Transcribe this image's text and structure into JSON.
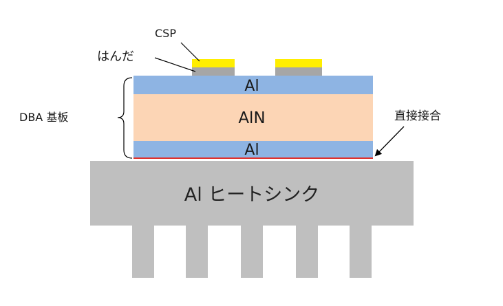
{
  "diagram": {
    "labels": {
      "csp": "CSP",
      "solder": "はんだ",
      "dba_substrate": "DBA 基板",
      "direct_bonding": "直接接合",
      "al_top": "Al",
      "aln": "AlN",
      "al_bottom": "Al",
      "heatsink": "Al ヒートシンク"
    },
    "colors": {
      "csp": "#ffee00",
      "solder": "#a6a6a6",
      "al_layer": "#8eb4e3",
      "aln_layer": "#fcd5b5",
      "heatsink": "#bfbfbf",
      "bond_line": "#e0322d",
      "text": "#1a1a1a"
    }
  }
}
